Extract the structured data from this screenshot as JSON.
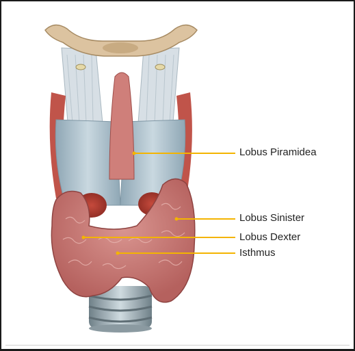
{
  "labels": {
    "lobus_piramidea": "Lobus Piramidea",
    "lobus_sinister": "Lobus Sinister",
    "lobus_dexter": "Lobus Dexter",
    "isthmus": "Isthmus"
  },
  "colors": {
    "leader_line": "#f4b400",
    "gland_tissue": "#c97672",
    "cartilage_blue": "#a9c2d0",
    "hyoid_bone": "#dcc3a0",
    "trachea": "#9fb0b6"
  }
}
